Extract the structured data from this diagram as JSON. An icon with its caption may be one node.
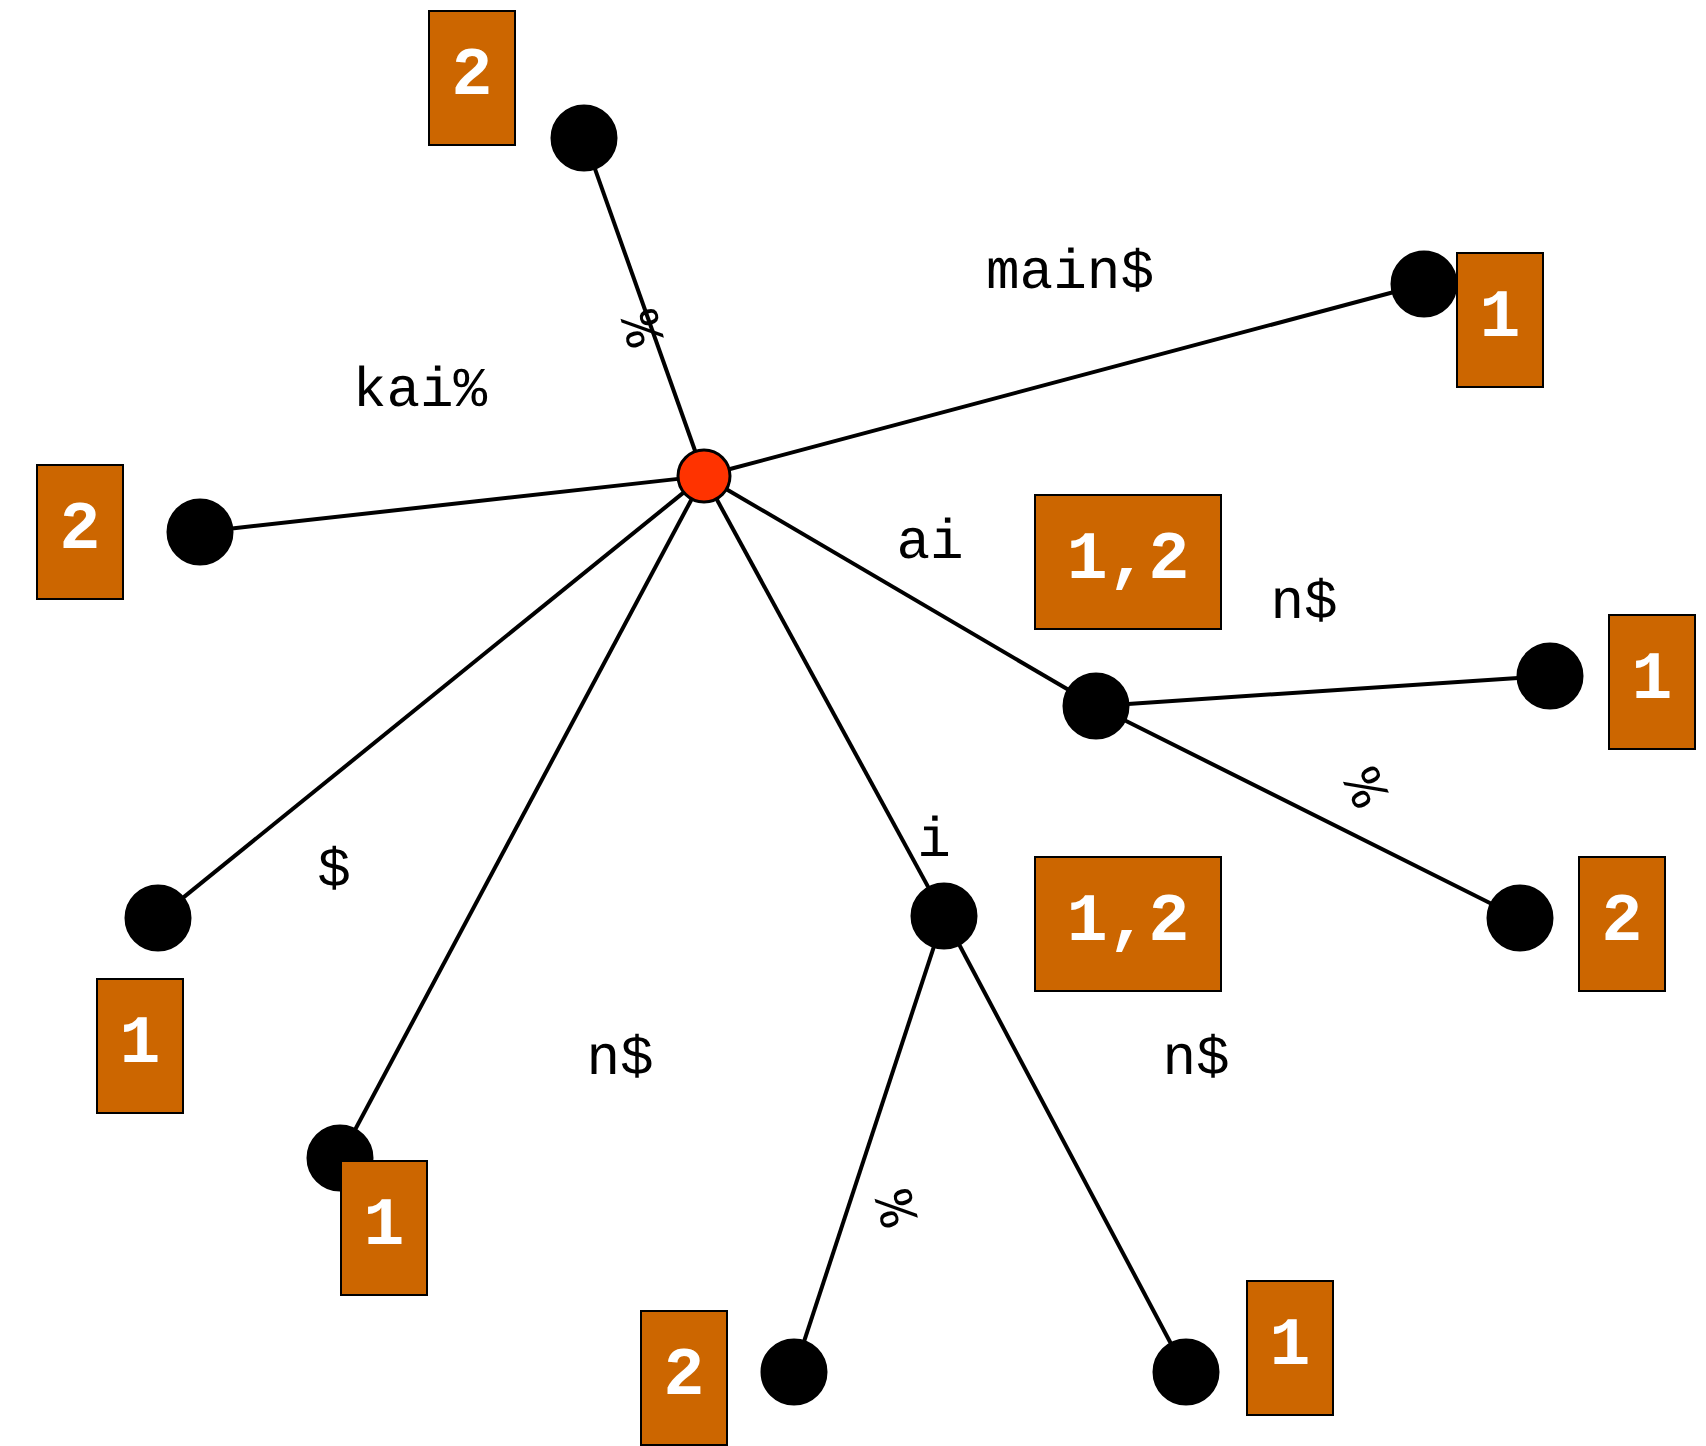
{
  "diagram": {
    "nodes": [
      {
        "text": [],
        "shape": "circle"
      },
      {
        "text": [],
        "shape": "circle"
      },
      {
        "text": [],
        "shape": "circle"
      },
      {
        "text": [],
        "shape": "circle"
      },
      {
        "text": [],
        "shape": "circle"
      },
      {
        "text": [],
        "shape": "circle"
      },
      {
        "text": [],
        "shape": "circle"
      },
      {
        "text": [],
        "shape": "circle"
      },
      {
        "text": [],
        "shape": "circle"
      },
      {
        "text": [],
        "shape": "circle"
      },
      {
        "text": [],
        "shape": "circle"
      },
      {
        "text": [],
        "shape": "circle"
      },
      {
        "text": [
          "2"
        ]
      },
      {
        "text": [
          "1"
        ]
      },
      {
        "text": [
          "2"
        ]
      },
      {
        "text": [
          "1,2"
        ]
      },
      {
        "text": [
          "1"
        ]
      },
      {
        "text": [
          "2"
        ]
      },
      {
        "text": [
          "1"
        ]
      },
      {
        "text": [
          "1"
        ]
      },
      {
        "text": [
          "1,2"
        ]
      },
      {
        "text": [
          "2"
        ]
      },
      {
        "text": [
          "1"
        ]
      }
    ],
    "edges": [
      {
        "from": 0,
        "to": 1,
        "arrow": "none",
        "label": "%"
      },
      {
        "from": 0,
        "to": 2,
        "arrow": "none",
        "label": "main$"
      },
      {
        "from": 0,
        "to": 3,
        "arrow": "none",
        "label": "kai%"
      },
      {
        "from": 0,
        "to": 4,
        "arrow": "none",
        "label": "ai"
      },
      {
        "from": 4,
        "to": 5,
        "arrow": "none",
        "label": "n$"
      },
      {
        "from": 4,
        "to": 6,
        "arrow": "none",
        "label": "%"
      },
      {
        "from": 0,
        "to": 7,
        "arrow": "none",
        "label": "$"
      },
      {
        "from": 0,
        "to": 8,
        "arrow": "none",
        "label": "n$"
      },
      {
        "from": 0,
        "to": 9,
        "arrow": "none",
        "label": "i"
      },
      {
        "from": 9,
        "to": 10,
        "arrow": "none",
        "label": "%"
      },
      {
        "from": 9,
        "to": 11,
        "arrow": "none",
        "label": "n$"
      }
    ]
  }
}
